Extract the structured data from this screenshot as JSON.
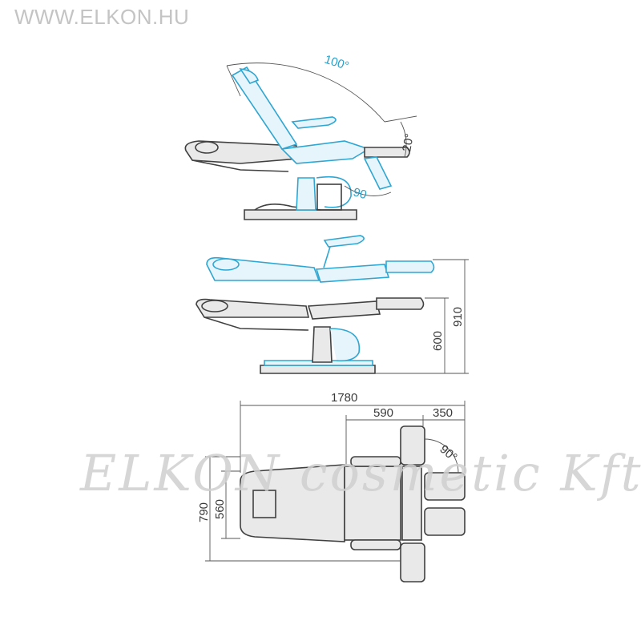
{
  "site_url": "WWW.ELKON.HU",
  "watermark": "ELKON cosmetic Kft.",
  "colors": {
    "accent_blue": "#2fa6d2",
    "line_dark": "#404040",
    "watermark": "#cfcfcf"
  },
  "side_view_reclined": {
    "angles": {
      "backrest": "100°",
      "leg_tilt": "20°",
      "leg_drop": "90"
    }
  },
  "side_view_height": {
    "dimensions": {
      "seat_height": "600",
      "max_height": "910"
    }
  },
  "top_view": {
    "dimensions": {
      "total_length": "1780",
      "mid_length": "590",
      "leg_length": "350",
      "total_width": "790",
      "seat_width": "560"
    },
    "angles": {
      "leg_spread": "90°"
    }
  }
}
